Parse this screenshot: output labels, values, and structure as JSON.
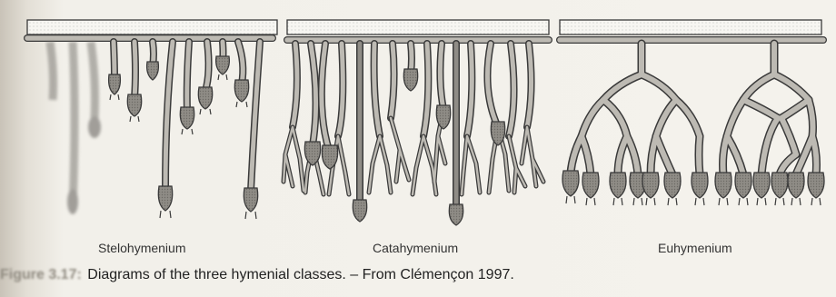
{
  "diagram": {
    "panels": [
      {
        "label": "Stelohymenium"
      },
      {
        "label": "Catahymenium"
      },
      {
        "label": "Euhymenium"
      }
    ]
  },
  "caption": {
    "figure_number": "Figure 3.17:",
    "text": " Diagrams of the three hymenial classes. – From Clémençon 1997."
  },
  "colors": {
    "hypha_fill": "#bdbab3",
    "basidium_fill": "#8f8c86",
    "outline": "#3a3a3a",
    "crust_fill": "#f7f6f2"
  }
}
